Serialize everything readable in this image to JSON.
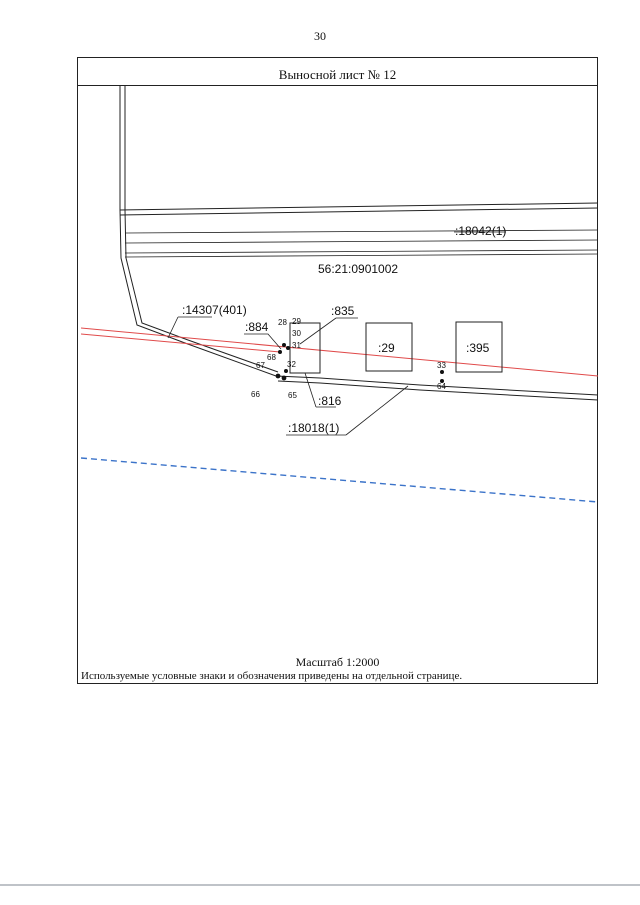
{
  "page_number": "30",
  "sheet": {
    "title": "Выносной лист № 12",
    "scale": "Масштаб 1:2000",
    "legend_note": "Используемые условные знаки и обозначения приведены на отдельной странице."
  },
  "map": {
    "quarter_label": "56:21:0901002",
    "parcel_labels": {
      "p18042": ":18042(1)",
      "p14307": ":14307(401)",
      "p835": ":835",
      "p884": ":884",
      "p29": ":29",
      "p395": ":395",
      "p816": ":816",
      "p18018": ":18018(1)"
    },
    "points": {
      "n28": "28",
      "n29": "29",
      "n30": "30",
      "n31": "31",
      "n32": "32",
      "n33": "33",
      "n64": "64",
      "n65": "65",
      "n66": "66",
      "n67": "67",
      "n68": "68"
    },
    "colors": {
      "red_line": "#e04a4a",
      "blue_dashed": "#3b73c9",
      "boundary": "#222222"
    }
  }
}
